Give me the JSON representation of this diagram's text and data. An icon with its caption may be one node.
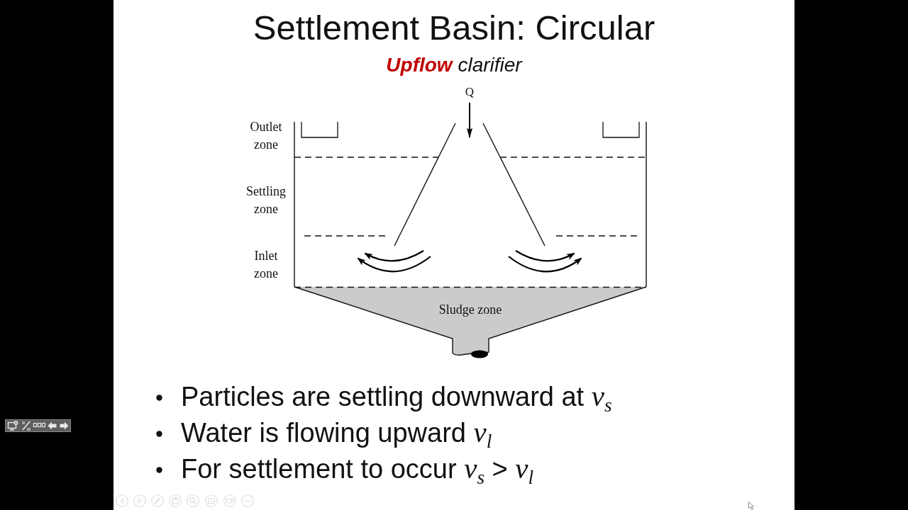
{
  "diagram": {
    "title": "Settlement Basin: Circular",
    "nodes": [
      {
        "text": [
          "Q"
        ]
      },
      {
        "text": [],
        "shape": "funnel"
      },
      {
        "text": [
          "Sludge zone"
        ]
      }
    ],
    "edges": [
      {
        "from": 0,
        "to": 1,
        "arrow": "to"
      }
    ],
    "labels": [
      "**Upflow** clarifier",
      "Outlet zone",
      "Settling zone",
      "Inlet zone",
      "Particles are settling downward at *v*$_{s}$",
      "Water is flowing upward *v*$_{l}$",
      "For settlement to occur *v*$_{s}$ > *v*$_{l}$"
    ]
  }
}
